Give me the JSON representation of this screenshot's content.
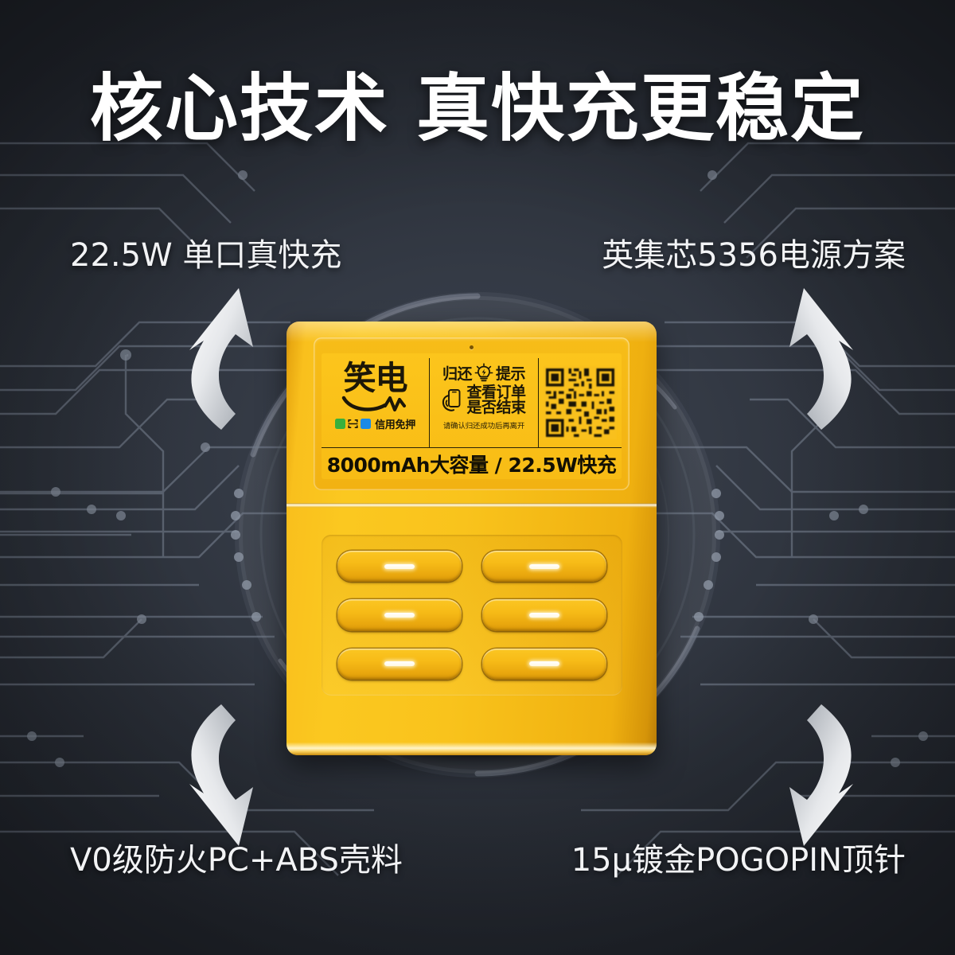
{
  "page": {
    "title": "核心技术 真快充更稳定",
    "background_color": "#2b2f38",
    "accent_color": "#f9c01d"
  },
  "features": [
    {
      "id": "top-left",
      "label": "22.5W 单口真快充",
      "arrow": "curved-arrow-up-left"
    },
    {
      "id": "top-right",
      "label": "英集芯5356电源方案",
      "arrow": "curved-arrow-up-right"
    },
    {
      "id": "bottom-left",
      "label": "V0级防火PC+ABS壳料",
      "arrow": "curved-arrow-down-left"
    },
    {
      "id": "bottom-right",
      "label": "15μ镀金POGOPIN顶针",
      "arrow": "curved-arrow-down-right"
    }
  ],
  "product": {
    "name": "共享充电宝机柜",
    "body_color": "#f9c01d",
    "label": {
      "brand": "笑电",
      "payment": {
        "icons": [
          "wechat-pay-icon",
          "scan-frame-icon",
          "alipay-icon"
        ],
        "text": "信用免押"
      },
      "notice": {
        "line1_left": "归还",
        "line1_icon": "lightbulb-charge-icon",
        "line1_right": "提示",
        "phone_icon": "hand-holding-phone-icon",
        "line2a": "查看订单",
        "line2b": "是否结束",
        "fine_print": "请确认归还成功后再离开"
      },
      "qr_code": "qr-code-icon",
      "banner": "8000mAh大容量 / 22.5W快充"
    },
    "slots": {
      "count": 6,
      "columns": 2,
      "rows": 3,
      "indicator": "led-indicator"
    }
  }
}
